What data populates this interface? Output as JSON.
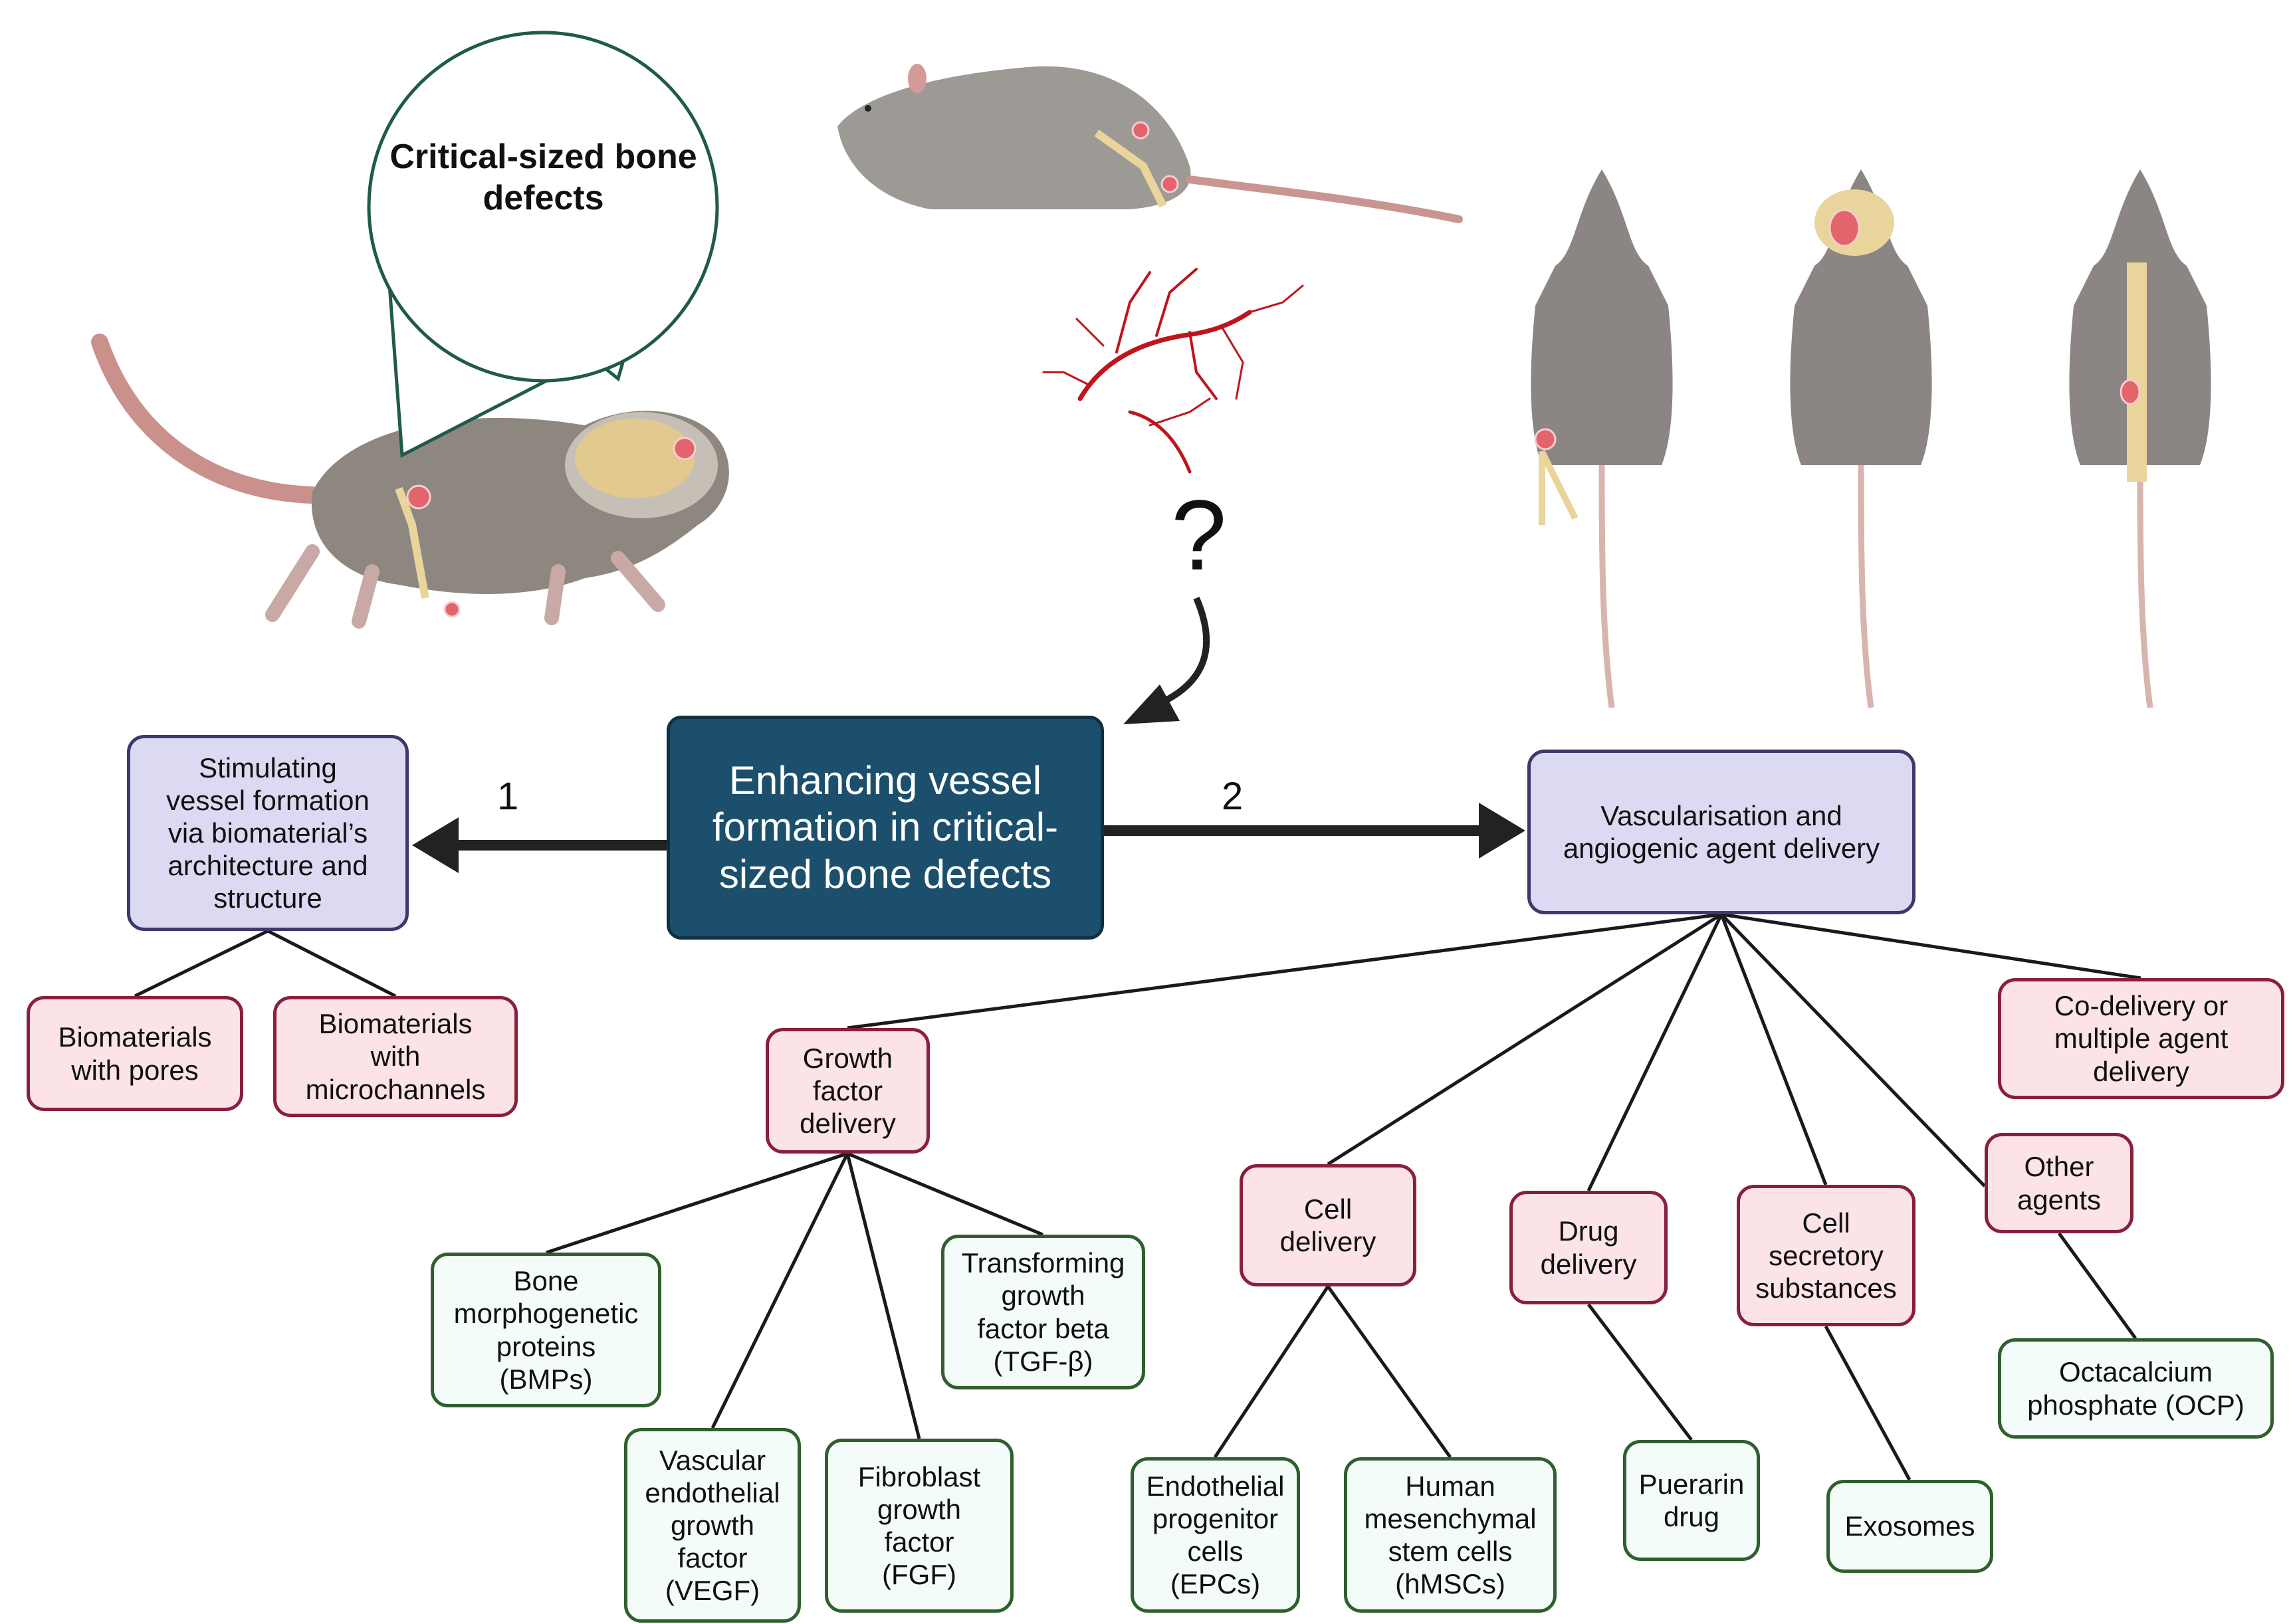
{
  "diagram": {
    "bubble_label": "Critical-sized bone\ndefects",
    "question_mark": "?",
    "central": "Enhancing vessel\nformation in critical-\nsized bone defects",
    "branch1_number": "1",
    "branch2_number": "2",
    "branch1": {
      "title": "Stimulating\nvessel formation\nvia biomaterial’s\narchitecture  and\nstructure",
      "children": [
        "Biomaterials\nwith pores",
        "Biomaterials\nwith\nmicrochannels"
      ]
    },
    "branch2": {
      "title": "Vascularisation and\nangiogenic agent delivery",
      "categories": {
        "growth_factor": "Growth\nfactor\ndelivery",
        "cell_delivery": "Cell\ndelivery",
        "drug_delivery": "Drug\ndelivery",
        "cell_secretory": "Cell\nsecretory\nsubstances",
        "other_agents": "Other\nagents",
        "co_delivery": "Co-delivery or\nmultiple agent\ndelivery"
      },
      "growth_factor_items": {
        "bmp": "Bone\nmorphogenetic\nproteins\n(BMPs)",
        "vegf": "Vascular\nendothelial\ngrowth\nfactor\n(VEGF)",
        "fgf": "Fibroblast\ngrowth\nfactor\n(FGF)",
        "tgf": "Transforming\ngrowth\nfactor beta\n(TGF-β)"
      },
      "cell_items": {
        "epc": "Endothelial\nprogenitor\ncells\n(EPCs)",
        "hmsc": "Human\nmesenchymal\nstem cells\n(hMSCs)"
      },
      "drug_items": {
        "puerarin": "Puerarin\ndrug"
      },
      "secretory_items": {
        "exosomes": "Exosomes"
      },
      "other_items": {
        "ocp": "Octacalcium\nphosphate (OCP)"
      }
    },
    "colors": {
      "central_fill": "#1b4f6c",
      "level1_fill": "#dcdaf2",
      "level2_fill": "#fbe3e8",
      "level3_fill": "#f3fcf8",
      "vessel": "#c0141c",
      "defect_marker": "#e4646c"
    }
  }
}
